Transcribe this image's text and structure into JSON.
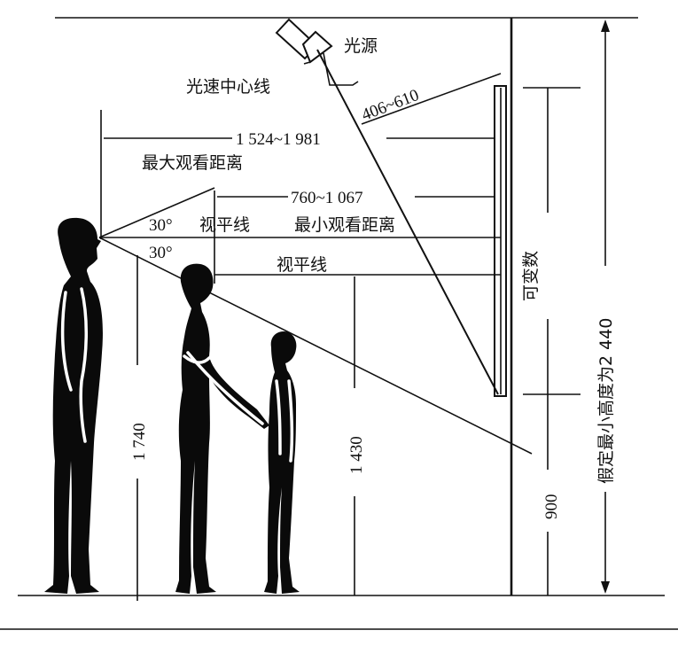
{
  "labels": {
    "light_source": "光源",
    "light_center_line": "光速中心线",
    "range_406_610": "406~610",
    "range_1524_1981": "1 524~1 981",
    "max_view_distance": "最大观看距离",
    "range_760_1067": "760~1 067",
    "angle_30_a": "30°",
    "eye_level_line_a": "视平线",
    "min_view_distance": "最小观看距离",
    "angle_30_b": "30°",
    "eye_level_line_b": "视平线",
    "variable": "可变数",
    "h_1740": "1 740",
    "h_1430": "1 430",
    "h_900": "900",
    "min_height": "假定最小高度为2 440"
  }
}
